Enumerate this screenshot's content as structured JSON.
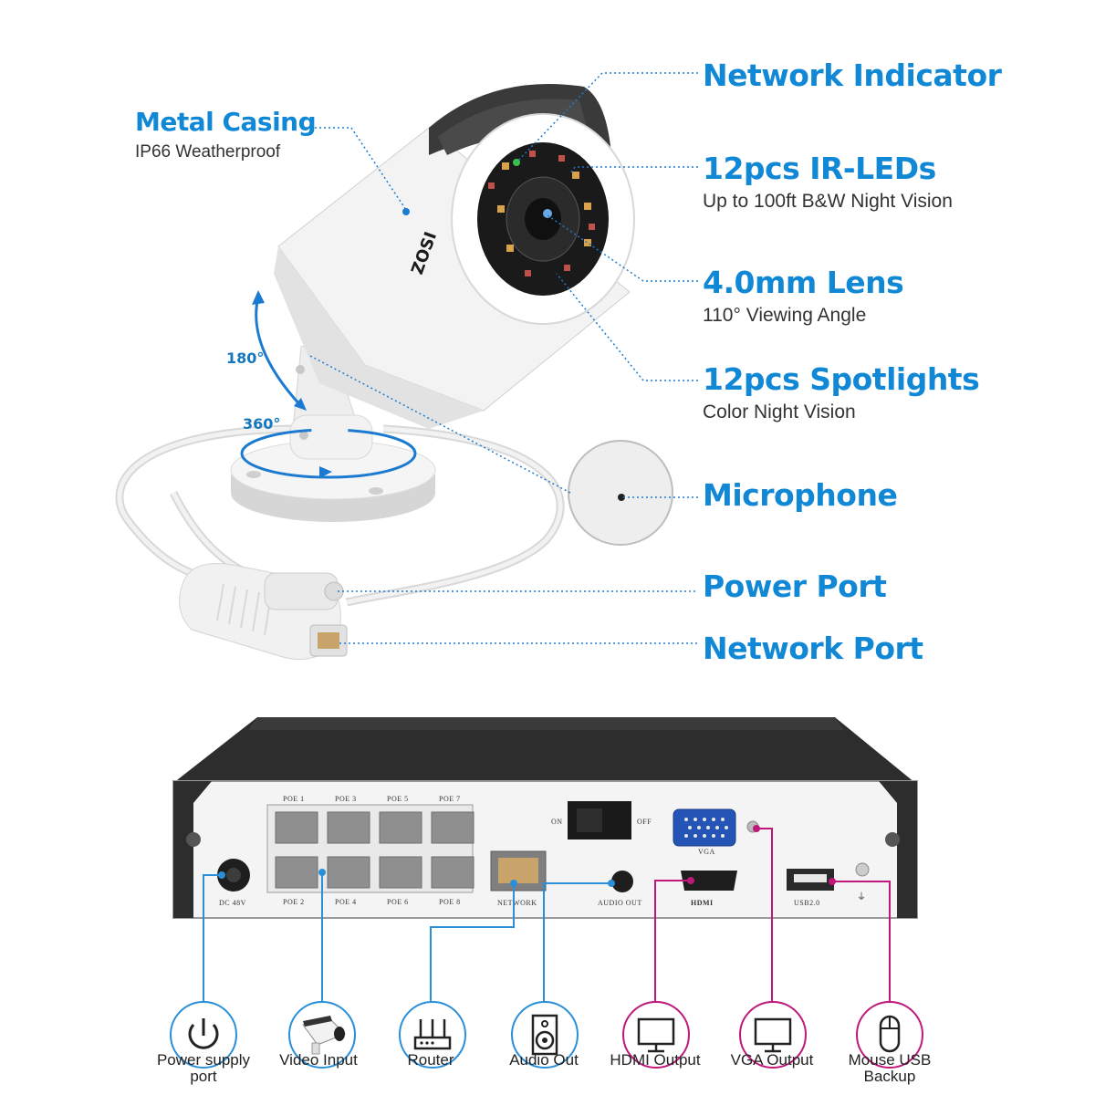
{
  "camera": {
    "brand": "ZOSI",
    "rotation": {
      "tilt": "180°",
      "pan": "360°"
    },
    "metal_casing": {
      "title": "Metal Casing",
      "sub": "IP66 Weatherproof"
    },
    "features": [
      {
        "title": "Network Indicator",
        "sub": ""
      },
      {
        "title": "12pcs IR-LEDs",
        "sub": "Up to 100ft B&W Night Vision"
      },
      {
        "title": "4.0mm Lens",
        "sub": "110° Viewing Angle"
      },
      {
        "title": "12pcs Spotlights",
        "sub": "Color Night Vision"
      },
      {
        "title": "Microphone",
        "sub": ""
      },
      {
        "title": "Power Port",
        "sub": ""
      },
      {
        "title": "Network Port",
        "sub": ""
      }
    ]
  },
  "nvr": {
    "ports": {
      "poe_top": [
        "POE 1",
        "POE 3",
        "POE 5",
        "POE 7"
      ],
      "poe_bottom": [
        "POE 2",
        "POE 4",
        "POE 6",
        "POE 8"
      ],
      "dc": "DC 48V",
      "network": "NETWORK",
      "audio_out": "AUDIO OUT",
      "hdmi": "HDMI",
      "vga": "VGA",
      "usb": "USB2.0",
      "switch_on": "ON",
      "switch_off": "OFF"
    }
  },
  "connections": [
    {
      "label": "Power supply port",
      "icon": "power-icon",
      "color": "#1188d6"
    },
    {
      "label": "Video Input",
      "icon": "camera-icon",
      "color": "#1188d6"
    },
    {
      "label": "Router",
      "icon": "router-icon",
      "color": "#1188d6"
    },
    {
      "label": "Audio Out",
      "icon": "speaker-icon",
      "color": "#1188d6"
    },
    {
      "label": "HDMI Output",
      "icon": "monitor-icon",
      "color": "#c0187a"
    },
    {
      "label": "VGA Output",
      "icon": "monitor-icon",
      "color": "#c0187a"
    },
    {
      "label": "Mouse USB Backup",
      "icon": "mouse-icon",
      "color": "#c0187a"
    }
  ]
}
